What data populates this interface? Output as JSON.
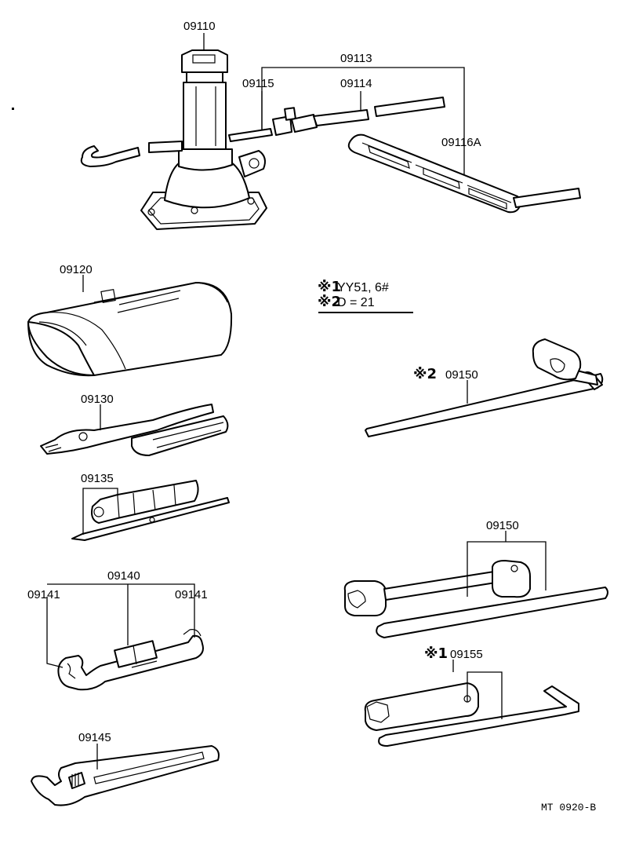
{
  "parts": {
    "jack": "09110",
    "handle_set": "09113",
    "handle_extension": "09115",
    "handle_rod": "09114",
    "handle_crank": "09116A",
    "tool_bag": "09120",
    "pliers": "09130",
    "screwdriver": "09135",
    "wrench_set": "09140",
    "wrench_left": "09141",
    "wrench_right": "09141",
    "adjustable_wrench": "09145",
    "lug_wrench_main": "09150",
    "lug_wrench_set": "09150",
    "plug_wrench": "09155"
  },
  "marks": {
    "m1": "※1",
    "m2": "※2",
    "m2_label": "※2",
    "m1_label": "※1"
  },
  "notes": {
    "note1": "YY51, 6#",
    "note2": "D = 21"
  },
  "footer": {
    "code": "MT  0920-B"
  }
}
